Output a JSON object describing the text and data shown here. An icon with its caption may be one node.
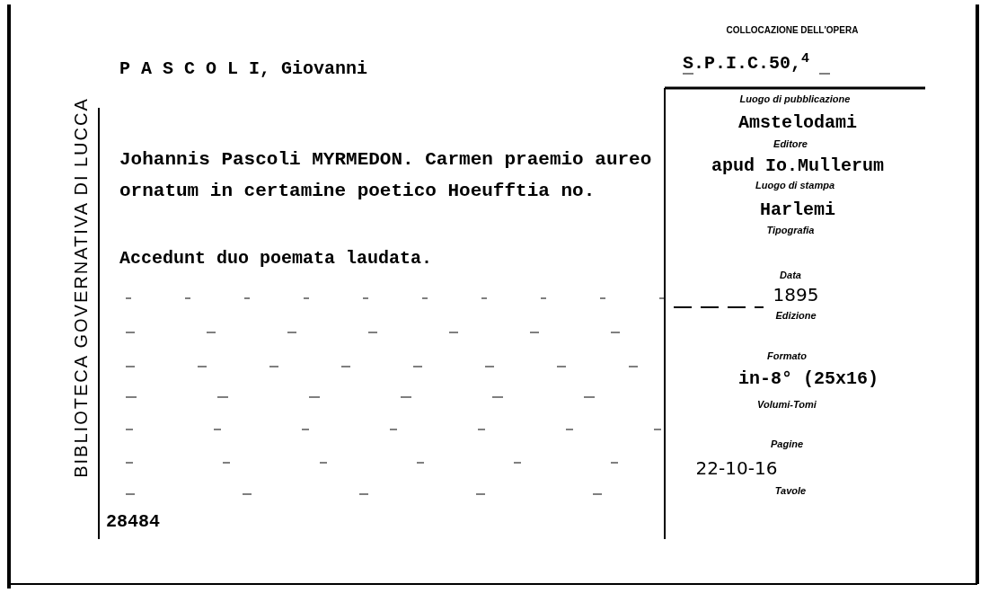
{
  "diagram": {
    "labels": [
      "BIBLIOTECA GOVERNATIVA DI LUCCA",
      "P A S C O L I, Giovanni",
      "COLLOCAZIONE DELL'OPERA",
      "S.P.I.C.50,$^{4}$",
      "Johannis Pascoli MYRMEDON. Carmen praemio aureo ornatum in certamine poetico Hoeufftia no.",
      "Accedunt duo poemata laudata.",
      "28484",
      "Luogo di pubblicazione",
      "Amstelodami",
      "Editore",
      "apud Io.Mullerum",
      "Luogo di stampa",
      "Harlemi",
      "Tipografia",
      "Data",
      "1895",
      "Edizione",
      "Formato",
      "in-8° (25x16)",
      "Volumi-Tomi",
      "Pagine",
      "22-10-16",
      "Tavole"
    ]
  }
}
